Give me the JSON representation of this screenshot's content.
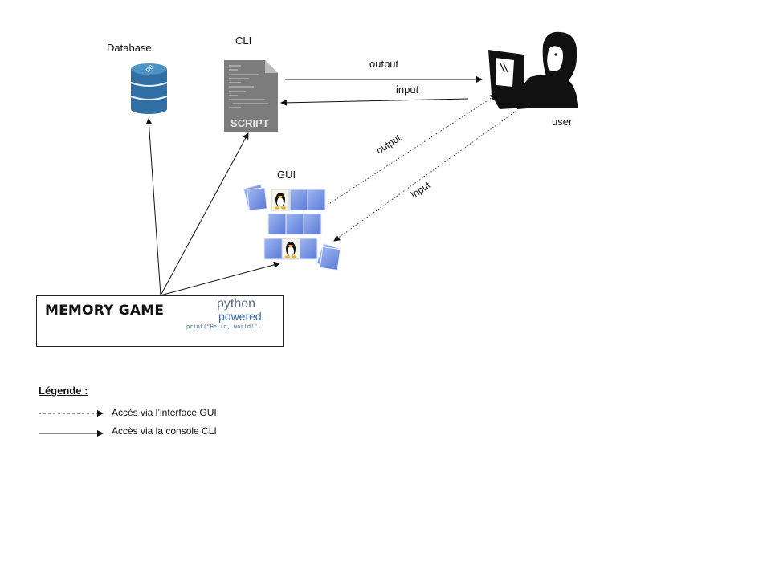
{
  "nodes": {
    "database": "Database",
    "cli": "CLI",
    "gui": "GUI",
    "user": "user",
    "main": "MEMORY GAME",
    "script_icon_text": "SCRIPT",
    "db_icon_text": "DB"
  },
  "python_logo": {
    "word1": "python",
    "word2": "powered",
    "print_text": "print(\"Hello, world!\")"
  },
  "edges": {
    "cli_to_user": "output",
    "user_to_cli": "input",
    "gui_to_user": "output",
    "user_to_gui": "input"
  },
  "legend": {
    "title": "Légende :",
    "dashed": "Accès via l’interface GUI",
    "solid": "Accès via la console  CLI"
  }
}
